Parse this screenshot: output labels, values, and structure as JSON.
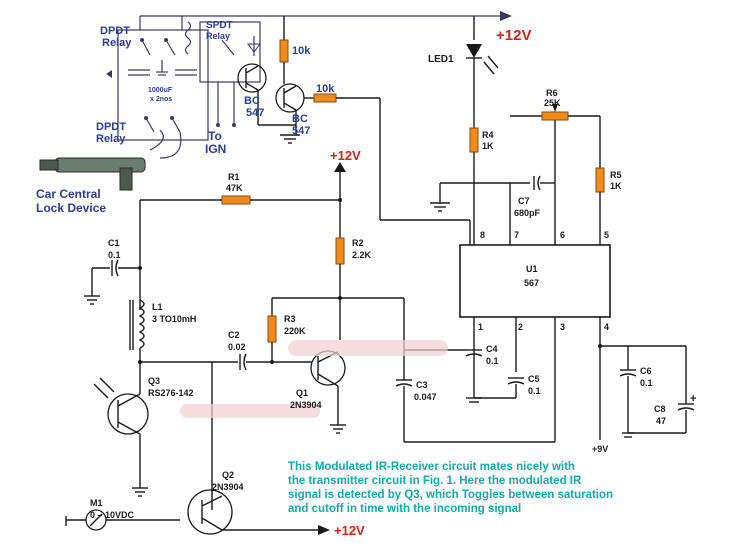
{
  "labels": {
    "dpdt1": [
      "DPDT",
      "Relay"
    ],
    "spdt": [
      "SPDT",
      "Relay"
    ],
    "cap_relay": [
      "1000uF",
      "x 2nos"
    ],
    "dpdt2": [
      "DPDT",
      "Relay"
    ],
    "to_ign": [
      "To",
      "IGN"
    ],
    "car_lock": [
      "Car Central",
      "Lock Device"
    ],
    "bc547_a": [
      "BC",
      "547"
    ],
    "bc547_b": [
      "BC",
      "547"
    ],
    "r_10k_a": "10k",
    "r_10k_b": "10k",
    "led1": "LED1",
    "v12_top": "+12V",
    "v12_mid": "+12V",
    "v12_bottom": "+12V",
    "r6": [
      "R6",
      "25K"
    ],
    "r4": [
      "R4",
      "1K"
    ],
    "r5": [
      "R5",
      "1K"
    ],
    "c7": [
      "C7",
      "680pF"
    ],
    "r1": [
      "R1",
      "47K"
    ],
    "r2": [
      "R2",
      "2.2K"
    ],
    "c1": [
      "C1",
      "0.1"
    ],
    "l1": [
      "L1",
      "3 TO10mH"
    ],
    "r3": [
      "R3",
      "220K"
    ],
    "c2": [
      "C2",
      "0.02"
    ],
    "q1": [
      "Q1",
      "2N3904"
    ],
    "q3": [
      "Q3",
      "RS276-142"
    ],
    "c3": [
      "C3",
      "0.047"
    ],
    "c4": [
      "C4",
      "0.1"
    ],
    "c5": [
      "C5",
      "0.1"
    ],
    "c6": [
      "C6",
      "0.1"
    ],
    "c8": [
      "C8",
      "47"
    ],
    "u1": [
      "U1",
      "567"
    ],
    "pins_top": [
      "8",
      "7",
      "6",
      "5"
    ],
    "pins_bottom": [
      "1",
      "2",
      "3",
      "4"
    ],
    "v9": "+9V",
    "q2": [
      "Q2",
      "2N3904"
    ],
    "m1": [
      "M1",
      "0 – 10VDC"
    ],
    "caption": [
      "This Modulated IR-Receiver circuit mates nicely with",
      "the transmitter circuit in Fig. 1. Here the modulated IR",
      "signal is detected by Q3, which Toggles between saturation",
      "and cutoff in time with the incoming  signal"
    ]
  },
  "colors": {
    "blue_label": "#2a3f8f",
    "red_label": "#d4211a",
    "caption": "#17a7a8",
    "resistor": "#f08a1c"
  }
}
